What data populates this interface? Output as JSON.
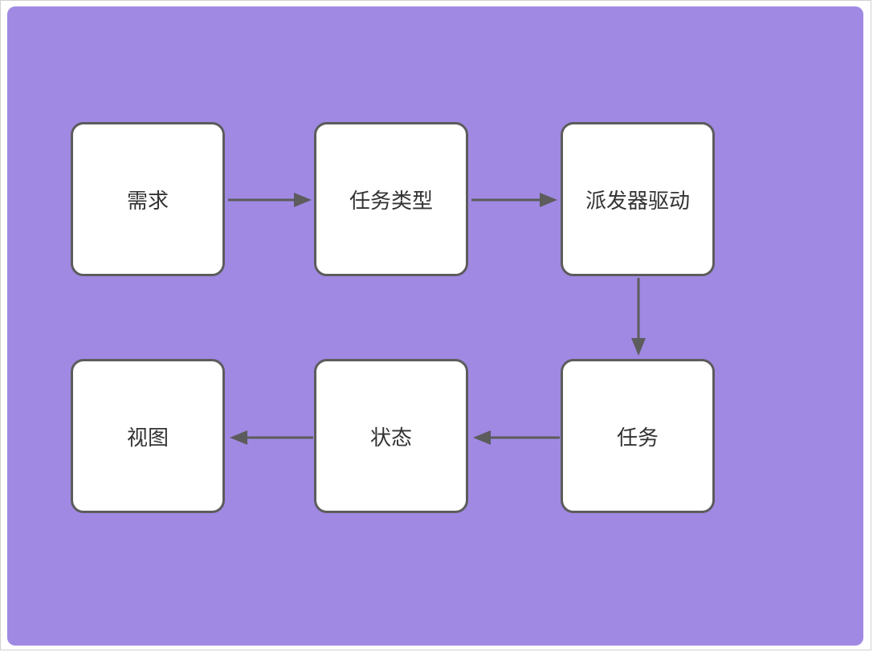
{
  "diagram": {
    "nodes": [
      {
        "id": "n1",
        "label": "需求"
      },
      {
        "id": "n2",
        "label": "任务类型"
      },
      {
        "id": "n3",
        "label": "派发器驱动"
      },
      {
        "id": "n4",
        "label": "任务"
      },
      {
        "id": "n5",
        "label": "状态"
      },
      {
        "id": "n6",
        "label": "视图"
      }
    ],
    "edges": [
      {
        "from": "n1",
        "to": "n2"
      },
      {
        "from": "n2",
        "to": "n3"
      },
      {
        "from": "n3",
        "to": "n4"
      },
      {
        "from": "n4",
        "to": "n5"
      },
      {
        "from": "n5",
        "to": "n6"
      }
    ],
    "colors": {
      "background": "#a089e2",
      "node_fill": "#ffffff",
      "stroke": "#5c5c5c",
      "text": "#333333"
    }
  }
}
